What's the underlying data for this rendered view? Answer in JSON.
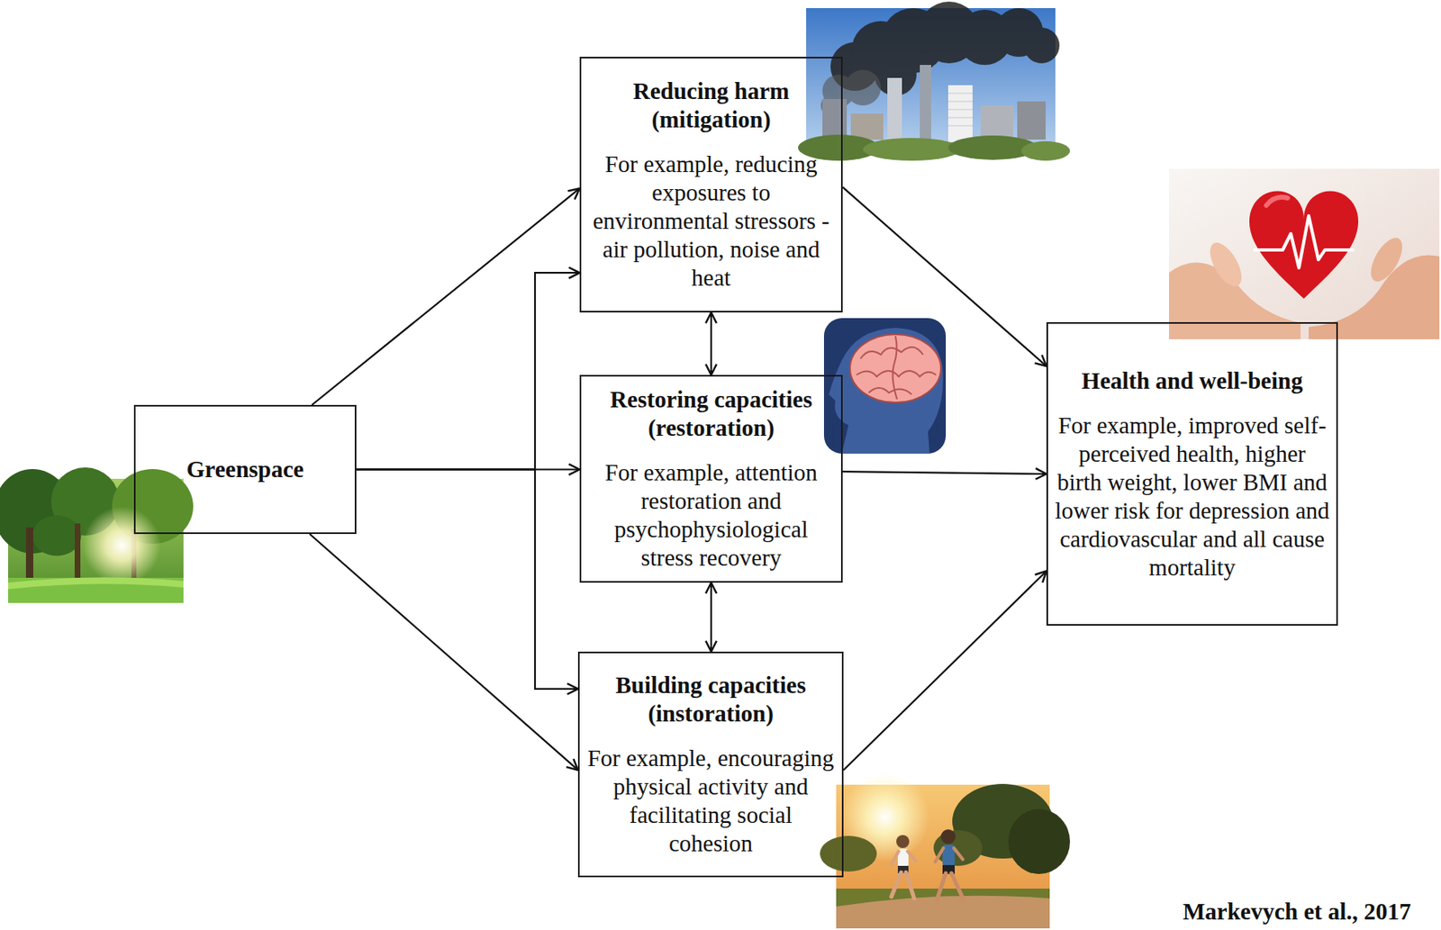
{
  "diagram": {
    "nodes": [
      {
        "text": [
          "Greenspace"
        ]
      },
      {
        "text": [
          "Reducing harm (mitigation)",
          "For example, reducing exposures to environmental stressors - air pollution, noise and heat"
        ]
      },
      {
        "text": [
          "Restoring capacities (restoration)",
          "For example, attention restoration and psychophysiological stress recovery"
        ]
      },
      {
        "text": [
          "Building capacities (instoration)",
          "For example, encouraging physical activity and facilitating social cohesion"
        ]
      },
      {
        "text": [
          "Health and well-being",
          "For example, improved self-perceived health, higher birth weight, lower BMI and lower risk for depression and cardiovascular and all cause mortality"
        ]
      }
    ],
    "edges": [
      {
        "from": 0,
        "to": 1,
        "arrow": "to"
      },
      {
        "from": 0,
        "to": 2,
        "arrow": "to"
      },
      {
        "from": 0,
        "to": 3,
        "arrow": "to"
      },
      {
        "from": 0,
        "to": 1,
        "arrow": "to"
      },
      {
        "from": 0,
        "to": 3,
        "arrow": "to"
      },
      {
        "from": 1,
        "to": 2,
        "arrow": "both"
      },
      {
        "from": 2,
        "to": 3,
        "arrow": "both"
      },
      {
        "from": 1,
        "to": 4,
        "arrow": "to"
      },
      {
        "from": 2,
        "to": 4,
        "arrow": "to"
      },
      {
        "from": 3,
        "to": 4,
        "arrow": "to"
      }
    ],
    "labels": [
      "Markevych et al., 2017"
    ]
  }
}
